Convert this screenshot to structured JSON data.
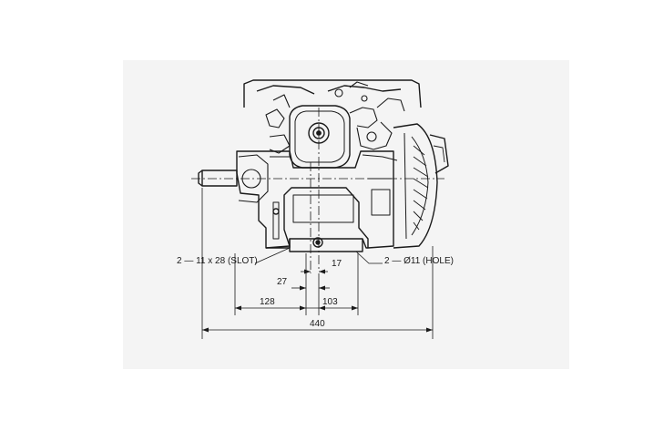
{
  "drawing": {
    "labels": {
      "slot": "2 — 11 x 28 (SLOT)",
      "hole": "2 — Ø11 (HOLE)"
    },
    "dimensions": {
      "d27": "27",
      "d17": "17",
      "d128": "128",
      "d103": "103",
      "d440": "440"
    },
    "colors": {
      "line": "#1a1a1a",
      "background": "#f4f4f4",
      "page": "#ffffff"
    }
  }
}
